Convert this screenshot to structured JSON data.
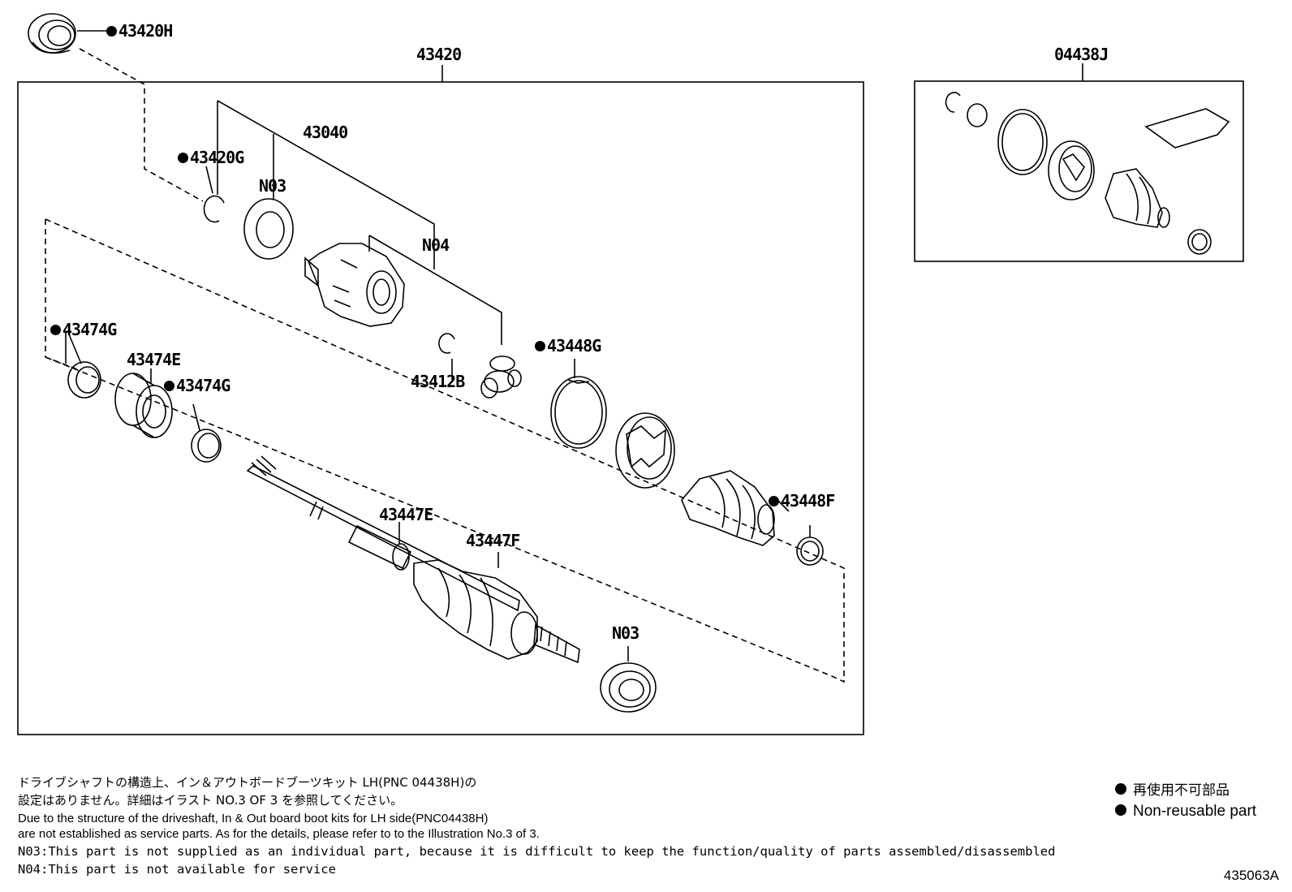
{
  "diagram": {
    "callouts": {
      "c_43420H": "43420H",
      "c_43420": "43420",
      "c_04438J": "04438J",
      "c_43040": "43040",
      "c_43420G": "43420G",
      "c_N03_top": "N03",
      "c_N04": "N04",
      "c_43474G_left": "43474G",
      "c_43474E": "43474E",
      "c_43474G_right": "43474G",
      "c_43412B": "43412B",
      "c_43448G": "43448G",
      "c_43448F": "43448F",
      "c_43447E": "43447E",
      "c_43447F": "43447F",
      "c_N03_bottom": "N03"
    },
    "non_reusable_callouts": [
      "43420H",
      "43420G",
      "43474G",
      "43448G",
      "43448F"
    ]
  },
  "notes": {
    "jp_line1": "ドライブシャフトの構造上、イン＆アウトボードブーツキット LH(PNC 04438H)の",
    "jp_line2": "設定はありません。詳細はイラスト NO.3 OF 3 を参照してください。",
    "en_line1": "Due to the structure of the driveshaft, In & Out board  boot kits for LH side(PNC04438H)",
    "en_line2": "are not established as service parts. As for the details, please refer to to the Illustration No.3 of 3.",
    "n03": "N03:This part is not supplied as an individual part, because it is difficult to keep the function/quality of parts assembled/disassembled",
    "n04": "N04:This part is not available for service"
  },
  "legend": {
    "jp": "再使用不可部品",
    "en": "Non-reusable part"
  },
  "reference_number": "435063A"
}
